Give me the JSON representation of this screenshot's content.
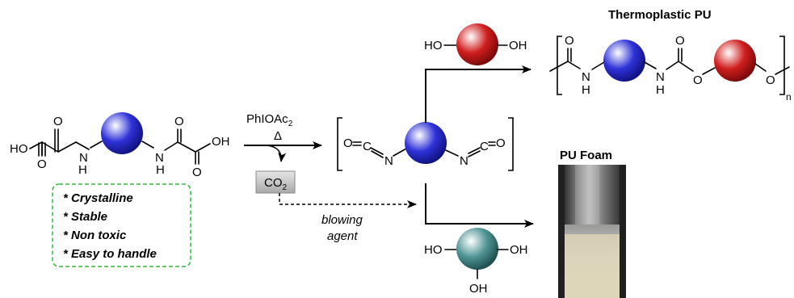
{
  "colors": {
    "diamine_core": "#2f32d8",
    "diol_core": "#d01e1e",
    "triol_core": "#4f9494",
    "properties_box_border": "#2bbf3a",
    "co2_box": "#c4c4c4"
  },
  "titles": {
    "thermoplastic": "Thermoplastic PU",
    "foam": "PU Foam"
  },
  "atoms": {
    "HO": "HO",
    "OH": "OH",
    "O": "O",
    "H": "H",
    "N": "N",
    "C": "C",
    "n": "n"
  },
  "reagent": {
    "name": "PhIOAc",
    "subscript": "2",
    "condition": "Δ"
  },
  "co2": {
    "label": "CO",
    "subscript": "2"
  },
  "blowing_agent": {
    "line1": "blowing",
    "line2": "agent"
  },
  "properties": [
    "* Crystalline",
    "* Stable",
    "* Non toxic",
    "* Easy to handle"
  ]
}
